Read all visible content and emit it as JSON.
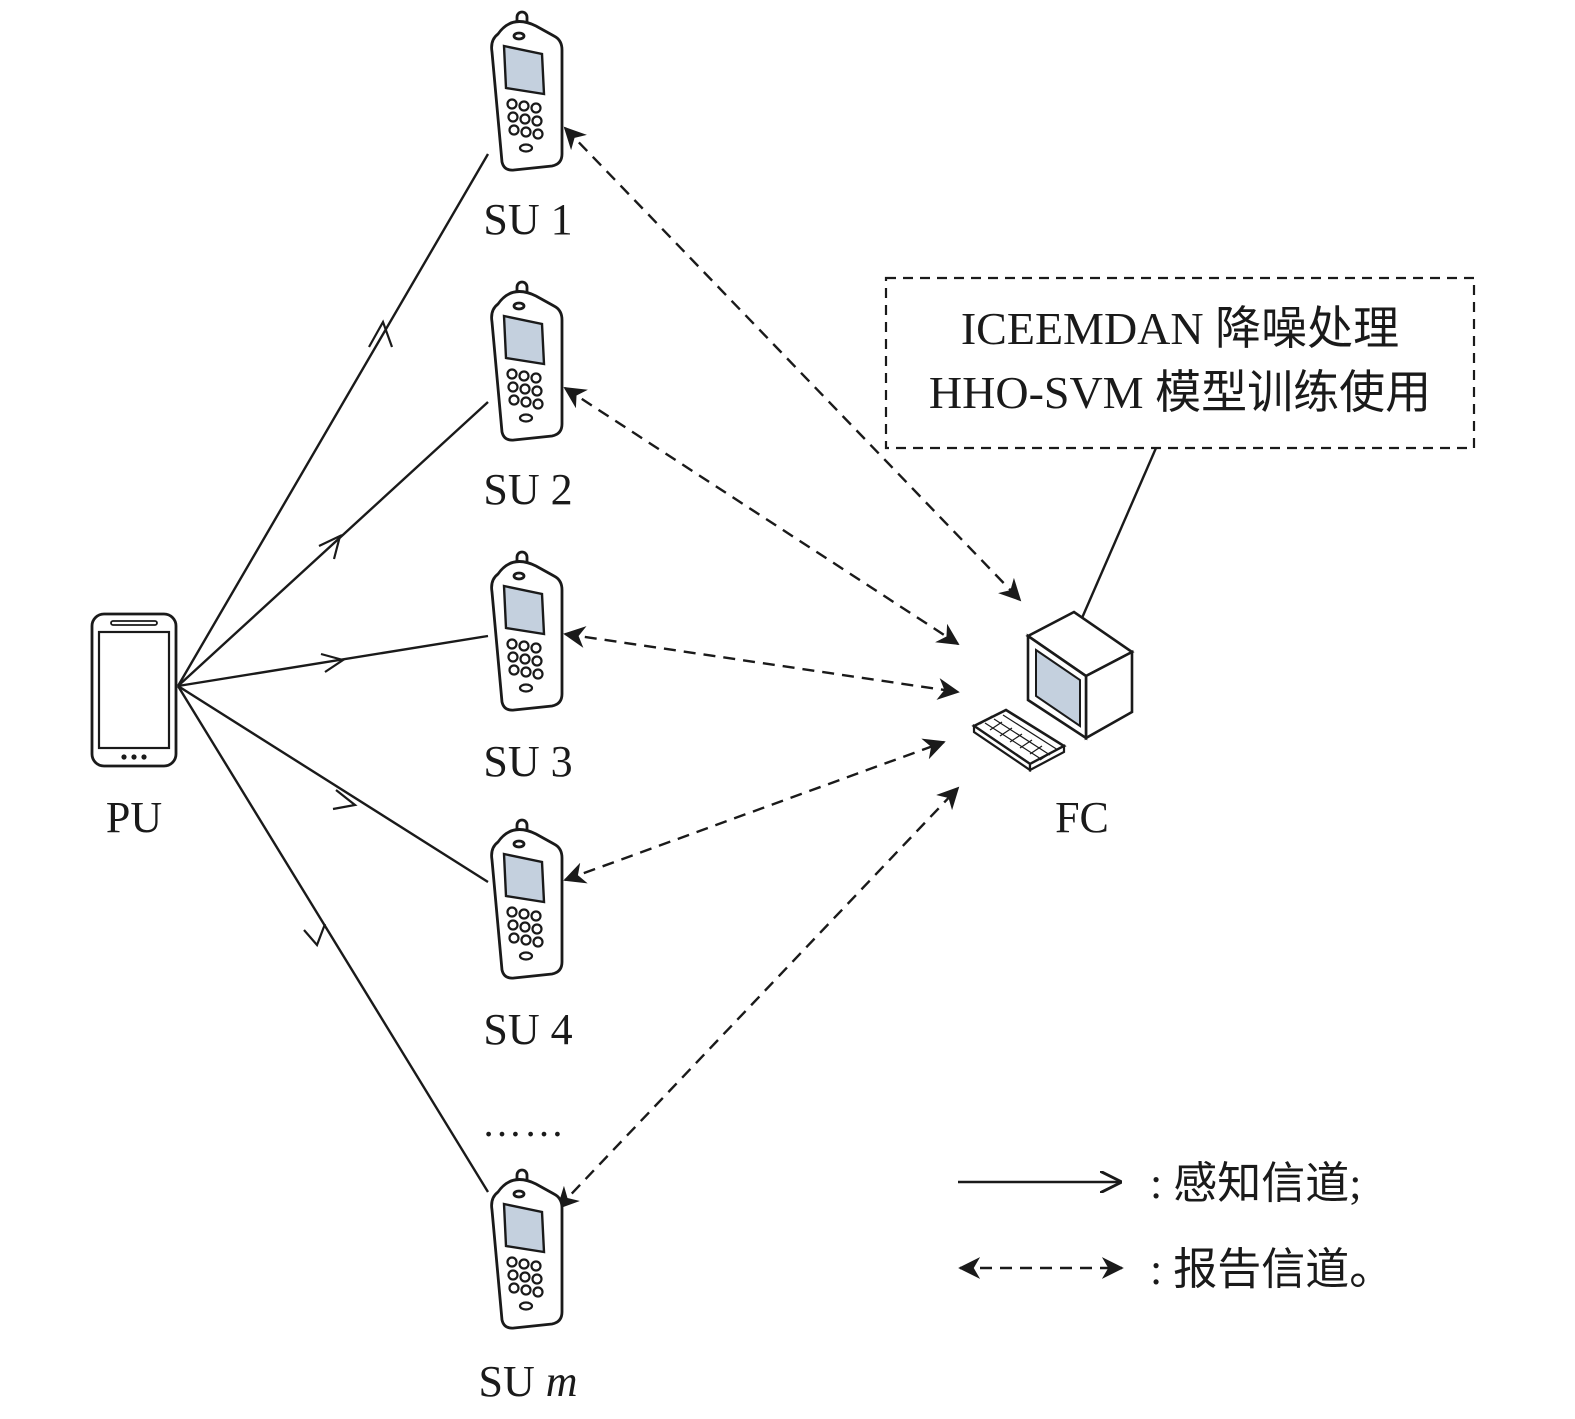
{
  "nodes": {
    "pu": {
      "label": "PU"
    },
    "fc": {
      "label": "FC"
    },
    "su": [
      {
        "prefix": "SU",
        "index": "1"
      },
      {
        "prefix": "SU",
        "index": "2"
      },
      {
        "prefix": "SU",
        "index": "3"
      },
      {
        "prefix": "SU",
        "index": "4"
      },
      {
        "prefix": "SU",
        "index": "m"
      }
    ],
    "ellipsis": "……"
  },
  "fc_box": {
    "line1": "ICEEMDAN 降噪处理",
    "line2": "HHO-SVM 模型训练使用"
  },
  "legend": {
    "sensing_label": ": 感知信道;",
    "report_label": ": 报告信道。"
  },
  "colors": {
    "ink": "#1a1a1a",
    "screen": "#c4d0de"
  }
}
